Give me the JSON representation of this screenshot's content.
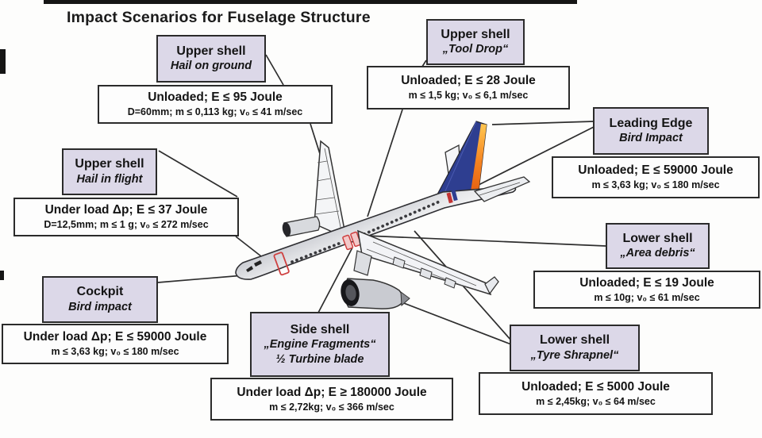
{
  "title": "Impact Scenarios for Fuselage Structure",
  "colors": {
    "callout_header_bg": "#dcd8e8",
    "callout_border": "#2b2b2b",
    "fin_blue": "#2e3e90",
    "flame_orange": "#f5821f",
    "door_red": "#cf4040",
    "fuselage_gray": "#c3c5cc"
  },
  "callouts": {
    "hail_ground": {
      "location": "Upper shell",
      "threat": "Hail on ground",
      "energy": "Unloaded; E ≤ 95 Joule",
      "params": "D=60mm; m ≤ 0,113 kg;  v₀ ≤ 41 m/sec"
    },
    "tool_drop": {
      "location": "Upper shell",
      "threat": "„Tool Drop“",
      "energy": "Unloaded; E ≤ 28 Joule",
      "params": "m ≤ 1,5 kg;  v₀ ≤ 6,1 m/sec"
    },
    "leading_edge": {
      "location": "Leading Edge",
      "threat": "Bird Impact",
      "energy": "Unloaded; E ≤ 59000 Joule",
      "params": "m ≤ 3,63 kg;  v₀ ≤ 180 m/sec"
    },
    "area_debris": {
      "location": "Lower shell",
      "threat": "„Area debris“",
      "energy": "Unloaded; E ≤ 19 Joule",
      "params": "m ≤ 10g;  v₀ ≤ 61 m/sec"
    },
    "hail_flight": {
      "location": "Upper shell",
      "threat": "Hail in flight",
      "energy": "Under load Δp; E ≤ 37 Joule",
      "params": "D=12,5mm; m ≤ 1 g;  v₀ ≤ 272 m/sec"
    },
    "cockpit": {
      "location": "Cockpit",
      "threat": "Bird impact",
      "energy": "Under load Δp; E ≤ 59000 Joule",
      "params": "m ≤ 3,63 kg;  v₀ ≤ 180 m/sec"
    },
    "side_shell": {
      "location": "Side shell",
      "threat": "„Engine Fragments“",
      "threat2": "½ Turbine blade",
      "energy": "Under load Δp; E ≥ 180000 Joule",
      "params": "m ≤ 2,72kg;  v₀ ≤ 366 m/sec"
    },
    "tyre_shrapnel": {
      "location": "Lower shell",
      "threat": "„Tyre Shrapnel“",
      "energy": "Unloaded; E ≤ 5000 Joule",
      "params": "m ≤ 2,45kg;  v₀ ≤ 64 m/sec"
    }
  }
}
